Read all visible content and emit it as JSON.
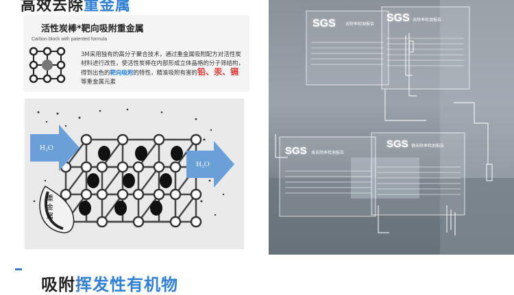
{
  "header": {
    "title_prefix": "高效去除",
    "title_highlight": "重金属"
  },
  "info_card": {
    "title": "活性炭棒*靶向吸附重金属",
    "subtitle": "Carbon block with patented formula",
    "body_part1": "3M采用独有的高分子聚合技术，通过重金属吸附配方对活性炭材料进行改性，使活性炭棒在内部形成立体晶格的分子筛结构，得到出色的",
    "body_highlight": "靶向吸附",
    "body_part2": "的特性，精准吸附有害的",
    "metals": "铅、汞、镉",
    "body_part3": "等重金属元素"
  },
  "diagram": {
    "water_in": "H₂O",
    "water_out": "H₂O",
    "heavy_metal_tag": "重金属"
  },
  "reports": {
    "logo": "SGS",
    "report_a": "去除率检测报告",
    "report_b": "去除率检测报告",
    "report_c": "汞去除率检测报告",
    "report_d": "镉去除率检测报告"
  },
  "footer": {
    "title_prefix": "吸附",
    "title_highlight": "挥发性有机物"
  },
  "colors": {
    "accent_blue": "#2f7fd6",
    "metal_red": "#e53935",
    "arrow_blue": "#6a9fd8"
  }
}
